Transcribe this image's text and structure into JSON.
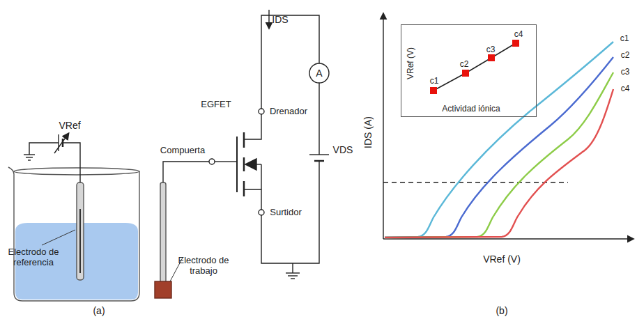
{
  "diagram": {
    "nodes": [
      {
        "text": [
          "VRef (V)",
          "Actividad iónica",
          "c1",
          "c2",
          "c3",
          "c4"
        ]
      }
    ],
    "labels": [
      "IDS",
      "VDS",
      "VRef",
      "EGFET",
      "Drenador",
      "Compuerta",
      "Surtidor",
      "A",
      "Electrodo de referencia",
      "Electrodo de trabajo",
      "(a)",
      "IDS (A)",
      "VRef (V)",
      "c1",
      "c2",
      "c3",
      "c4",
      "(b)"
    ]
  }
}
